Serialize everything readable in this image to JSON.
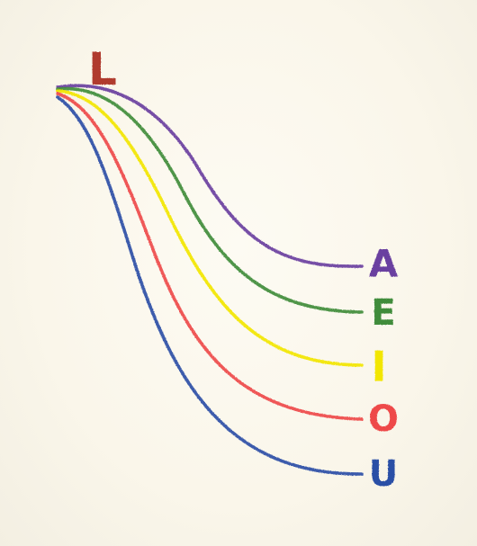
{
  "diagram": {
    "start_letter": {
      "text": "L",
      "color": "#b03a2e"
    },
    "branches": [
      {
        "letter": "A",
        "color": "#6a3fa0"
      },
      {
        "letter": "E",
        "color": "#3f8c3a"
      },
      {
        "letter": "I",
        "color": "#f2e600"
      },
      {
        "letter": "O",
        "color": "#ee4a4a"
      },
      {
        "letter": "U",
        "color": "#2c4fa6"
      }
    ]
  }
}
